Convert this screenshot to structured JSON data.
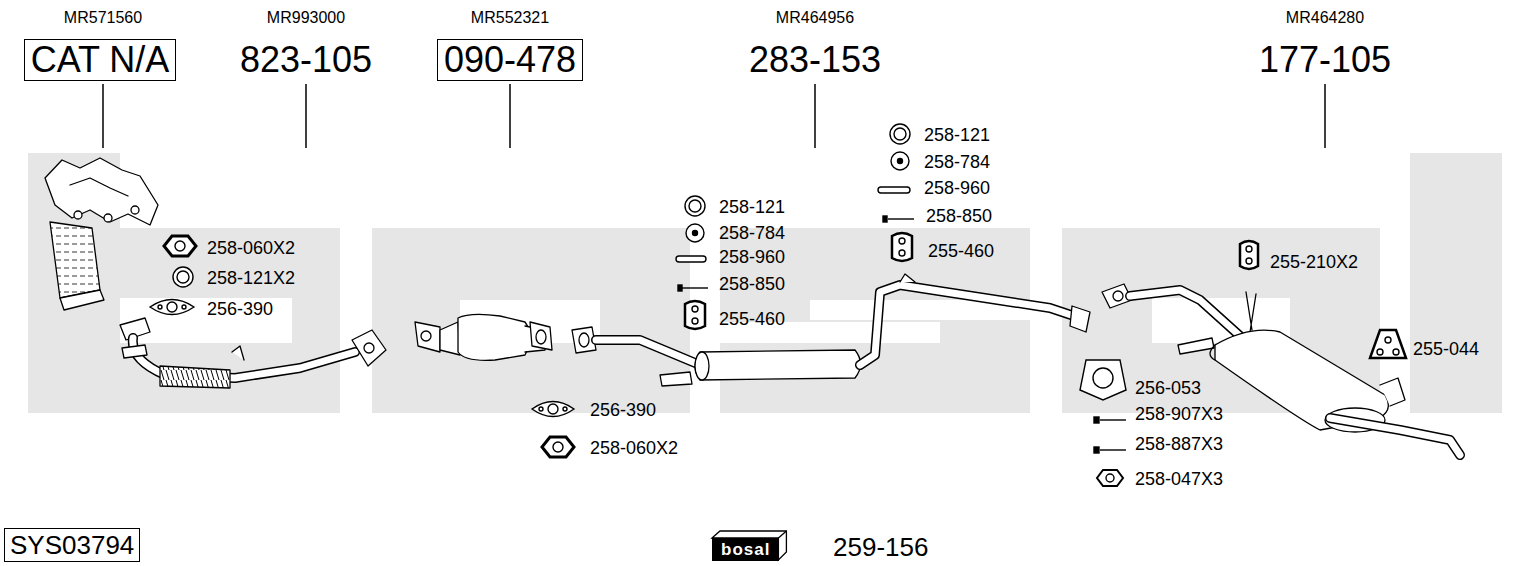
{
  "diagram": {
    "nodes": [
      {
        "text": [
          "CAT N/A"
        ]
      },
      {
        "text": [
          "090-478"
        ]
      },
      {
        "text": [
          "SYS03794"
        ]
      },
      {
        "text": [
          "bosal"
        ]
      }
    ],
    "labels": [
      "MR571560",
      "MR993000",
      "MR552321",
      "MR464956",
      "MR464280",
      "823-105",
      "283-153",
      "177-105",
      "258-060X2",
      "258-121X2",
      "256-390",
      "258-121",
      "258-784",
      "258-960",
      "258-850",
      "255-460",
      "256-390",
      "258-060X2",
      "258-121",
      "258-784",
      "258-960",
      "258-850",
      "255-460",
      "255-210X2",
      "255-044",
      "256-053",
      "258-907X3",
      "258-887X3",
      "258-047X3",
      "259-156"
    ]
  }
}
